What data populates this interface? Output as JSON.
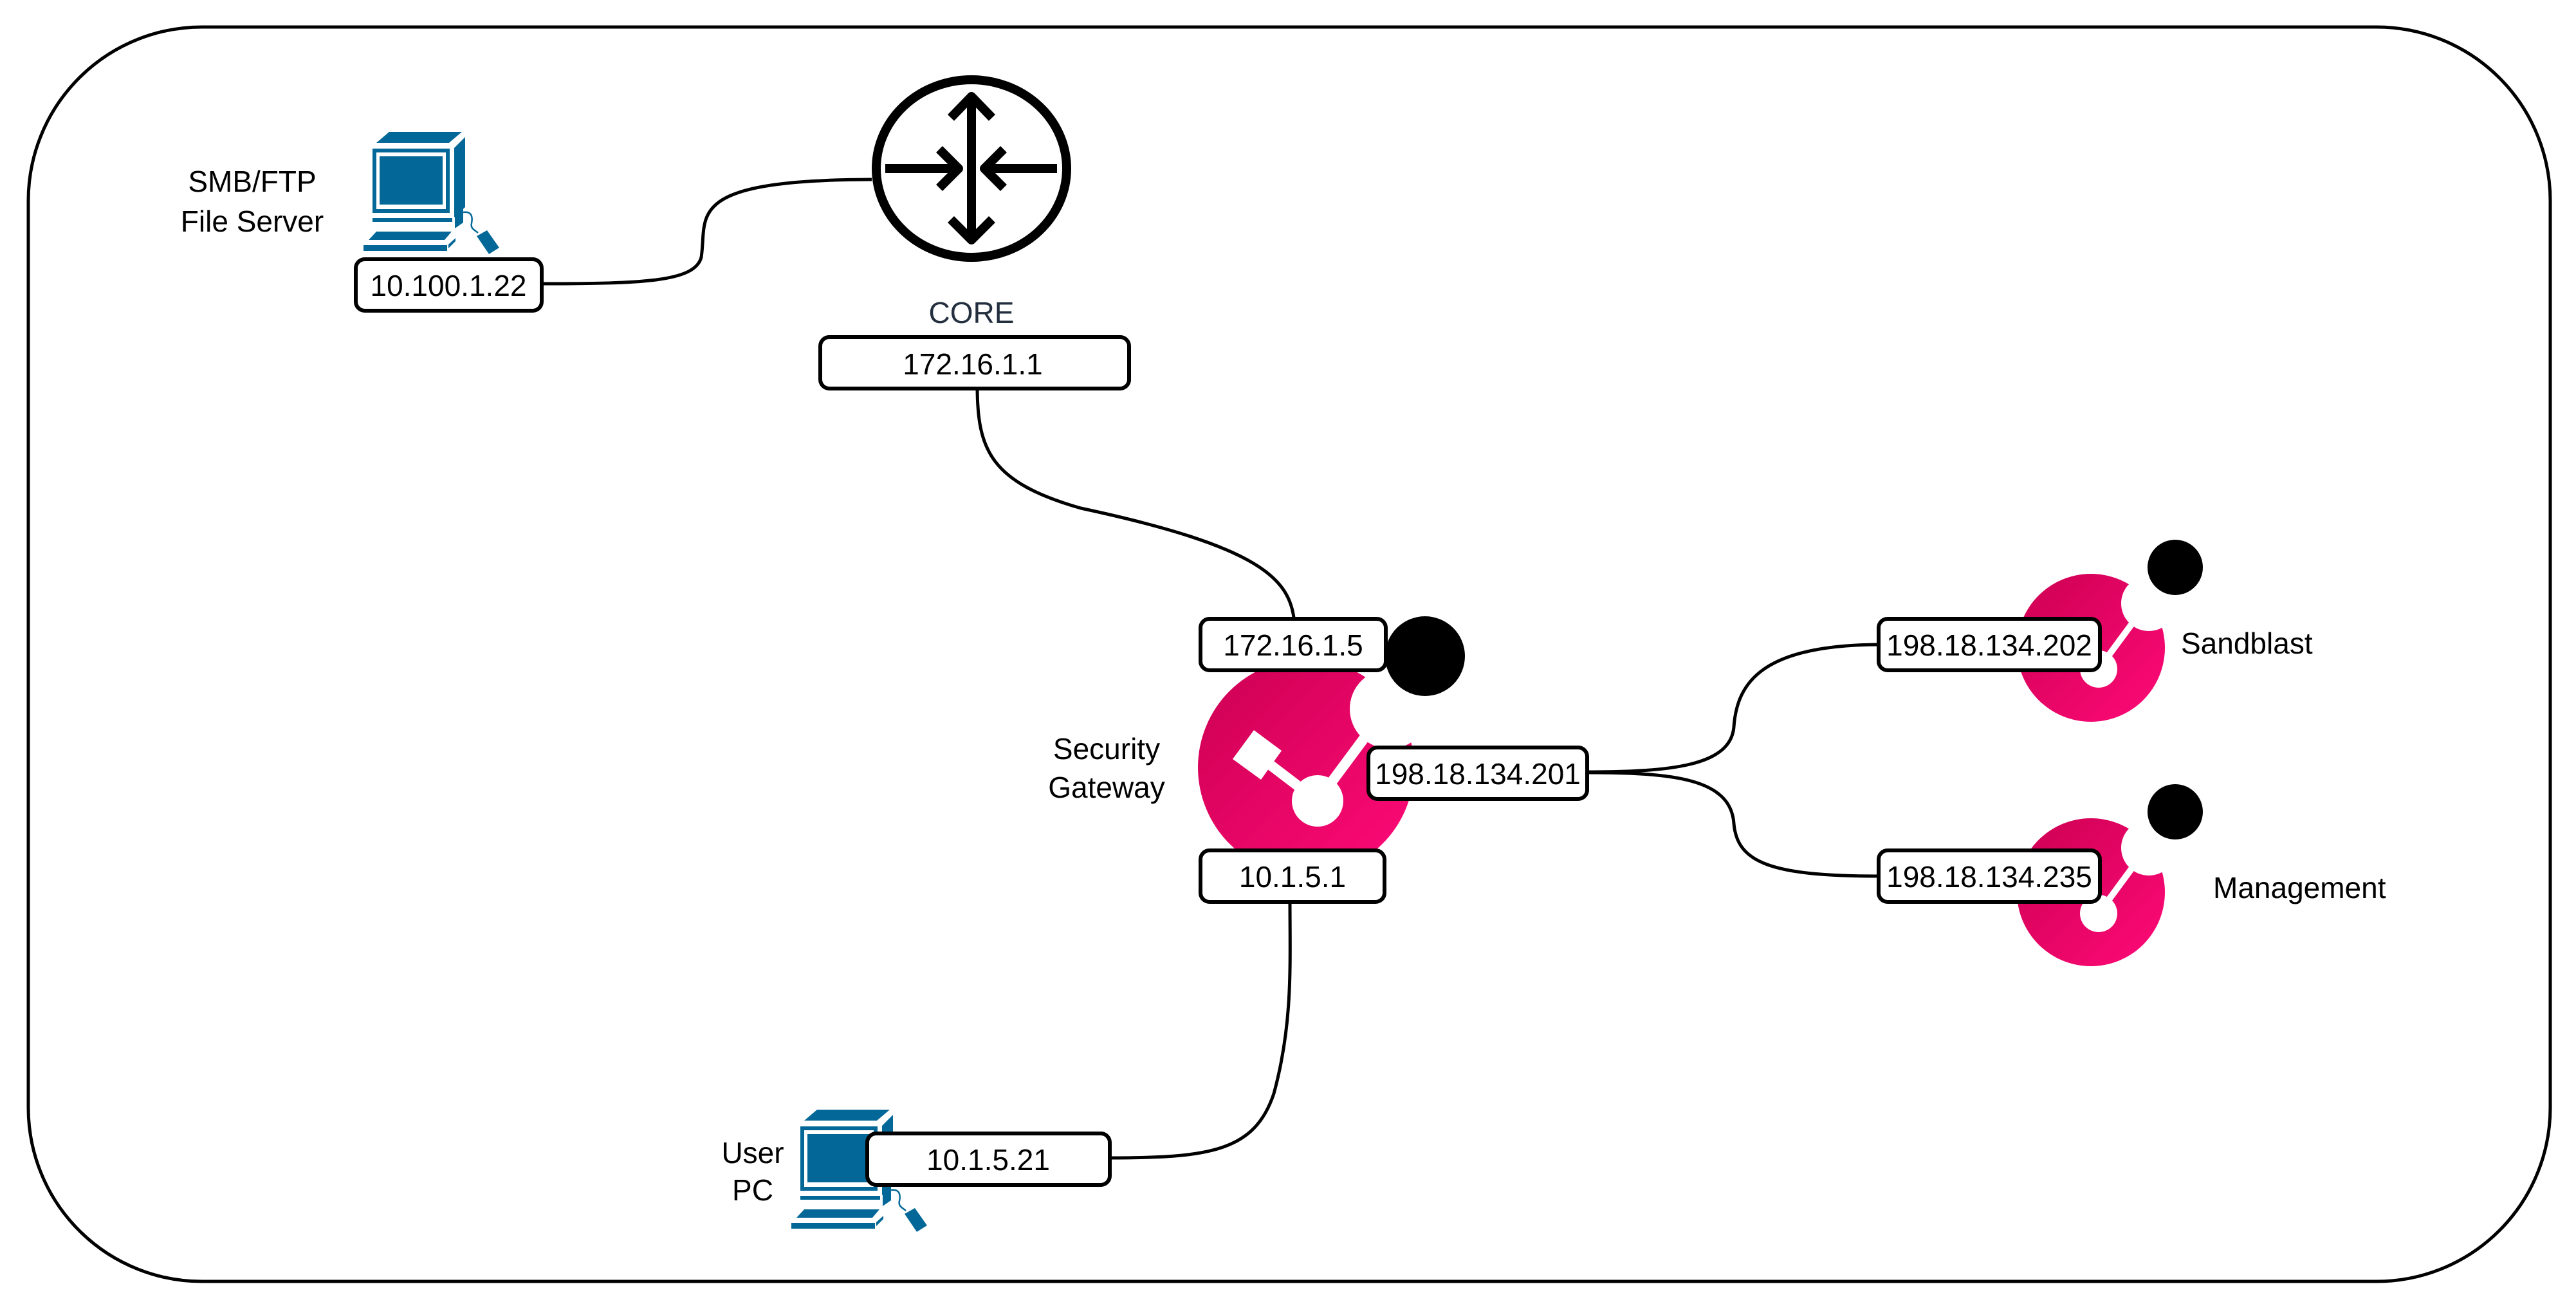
{
  "diagram": {
    "type": "network-topology",
    "colors": {
      "pc_icon": "#036897",
      "gateway_gradient_start": "#cc0052",
      "gateway_gradient_end": "#ff0a78",
      "core_label": "#232f3e",
      "outline": "#000000"
    },
    "nodes": {
      "file_server": {
        "label_line1": "SMB/FTP",
        "label_line2": "File Server",
        "ip": "10.100.1.22",
        "icon": "workstation-icon"
      },
      "core": {
        "label": "CORE",
        "ip": "172.16.1.1",
        "icon": "router-icon"
      },
      "security_gateway": {
        "label_line1": "Security",
        "label_line2": "Gateway",
        "ip_top": "172.16.1.5",
        "ip_right": "198.18.134.201",
        "ip_bottom": "10.1.5.1",
        "icon": "security-gateway-icon"
      },
      "sandblast": {
        "label": "Sandblast",
        "ip": "198.18.134.202",
        "icon": "appliance-icon"
      },
      "management": {
        "label": "Management",
        "ip": "198.18.134.235",
        "icon": "appliance-icon"
      },
      "user_pc": {
        "label_line1": "User",
        "label_line2": "PC",
        "ip": "10.1.5.21",
        "icon": "workstation-icon"
      }
    },
    "links": [
      {
        "from": "10.100.1.22",
        "to": "CORE"
      },
      {
        "from": "172.16.1.1",
        "to": "172.16.1.5"
      },
      {
        "from": "198.18.134.201",
        "to": "198.18.134.202"
      },
      {
        "from": "198.18.134.201",
        "to": "198.18.134.235"
      },
      {
        "from": "10.1.5.1",
        "to": "10.1.5.21"
      }
    ]
  }
}
